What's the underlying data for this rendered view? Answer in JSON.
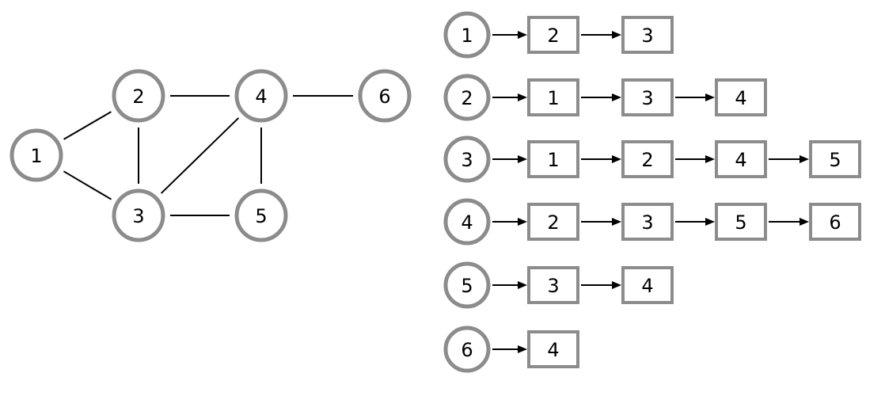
{
  "graph": {
    "nodes": [
      {
        "id": "1",
        "label": "1"
      },
      {
        "id": "2",
        "label": "2"
      },
      {
        "id": "3",
        "label": "3"
      },
      {
        "id": "4",
        "label": "4"
      },
      {
        "id": "5",
        "label": "5"
      },
      {
        "id": "6",
        "label": "6"
      }
    ],
    "edges": [
      [
        "1",
        "2"
      ],
      [
        "1",
        "3"
      ],
      [
        "2",
        "3"
      ],
      [
        "2",
        "4"
      ],
      [
        "3",
        "4"
      ],
      [
        "3",
        "5"
      ],
      [
        "4",
        "5"
      ],
      [
        "4",
        "6"
      ]
    ]
  },
  "adjacency_list": [
    {
      "head": "1",
      "neighbors": [
        "2",
        "3"
      ]
    },
    {
      "head": "2",
      "neighbors": [
        "1",
        "3",
        "4"
      ]
    },
    {
      "head": "3",
      "neighbors": [
        "1",
        "2",
        "4",
        "5"
      ]
    },
    {
      "head": "4",
      "neighbors": [
        "2",
        "3",
        "5",
        "6"
      ]
    },
    {
      "head": "5",
      "neighbors": [
        "3",
        "4"
      ]
    },
    {
      "head": "6",
      "neighbors": [
        "4"
      ]
    }
  ],
  "colors": {
    "node_stroke": "#8c8c8c",
    "box_stroke": "#8c8c8c",
    "edge": "#000000",
    "text": "#000000"
  }
}
